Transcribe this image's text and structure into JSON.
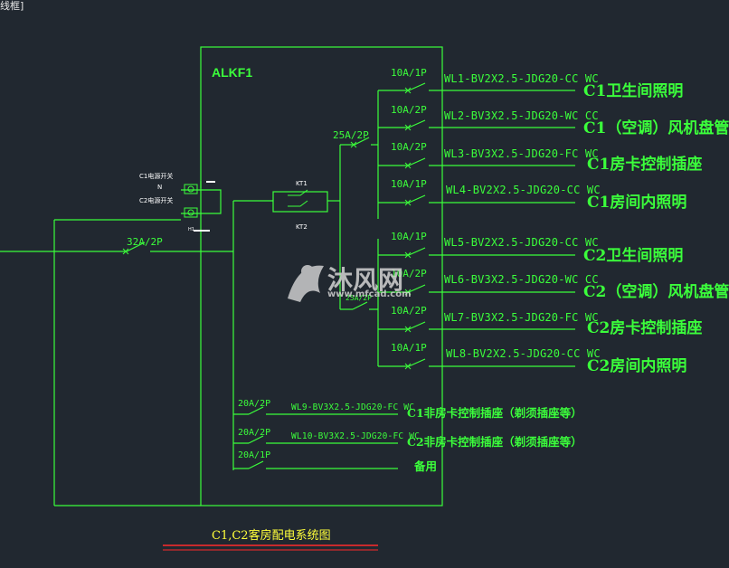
{
  "header": {
    "frame_label": "线框]"
  },
  "panel": {
    "name": "ALKF1"
  },
  "main_breaker": {
    "rating": "32A/2P"
  },
  "sub_breaker": {
    "rating": "25A/2P"
  },
  "sub_breaker2": {
    "rating": "25A/2P"
  },
  "relay": {
    "k1": "KT1",
    "k2": "KT2"
  },
  "switches": {
    "c1": "C1电源开关",
    "n": "N",
    "c2": "C2电源开关",
    "h": "H1"
  },
  "circuits": [
    {
      "rating": "10A/1P",
      "cable": "WL1-BV2X2.5-JDG20-CC WC",
      "load": "C1卫生间照明"
    },
    {
      "rating": "10A/2P",
      "cable": "WL2-BV3X2.5-JDG20-WC CC",
      "load": "C1（空调）风机盘管"
    },
    {
      "rating": "10A/2P",
      "cable": "WL3-BV3X2.5-JDG20-FC WC",
      "load": "C1房卡控制插座"
    },
    {
      "rating": "10A/1P",
      "cable": "WL4-BV2X2.5-JDG20-CC WC",
      "load": "C1房间内照明"
    },
    {
      "rating": "10A/1P",
      "cable": "WL5-BV2X2.5-JDG20-CC WC",
      "load": "C2卫生间照明"
    },
    {
      "rating": "10A/2P",
      "cable": "WL6-BV3X2.5-JDG20-WC CC",
      "load": "C2（空调）风机盘管"
    },
    {
      "rating": "10A/2P",
      "cable": "WL7-BV3X2.5-JDG20-FC WC",
      "load": "C2房卡控制插座"
    },
    {
      "rating": "10A/1P",
      "cable": "WL8-BV2X2.5-JDG20-CC WC",
      "load": "C2房间内照明"
    }
  ],
  "lower_circuits": [
    {
      "rating": "20A/2P",
      "cable": "WL9-BV3X2.5-JDG20-FC WC",
      "load": "C1非房卡控制插座（剃须插座等）"
    },
    {
      "rating": "20A/2P",
      "cable": "WL10-BV3X2.5-JDG20-FC WC",
      "load": "C2非房卡控制插座（剃须插座等）"
    },
    {
      "rating": "20A/1P",
      "cable": "",
      "load": "备用"
    }
  ],
  "diagram_title": "C1,C2客房配电系统图",
  "watermark": {
    "brand": "沐风网",
    "url": "www.mfcad.com"
  },
  "colors": {
    "background": "#212830",
    "lines": "#3bff3b",
    "title": "#ffff3a",
    "underline": "#ff2a2a"
  }
}
